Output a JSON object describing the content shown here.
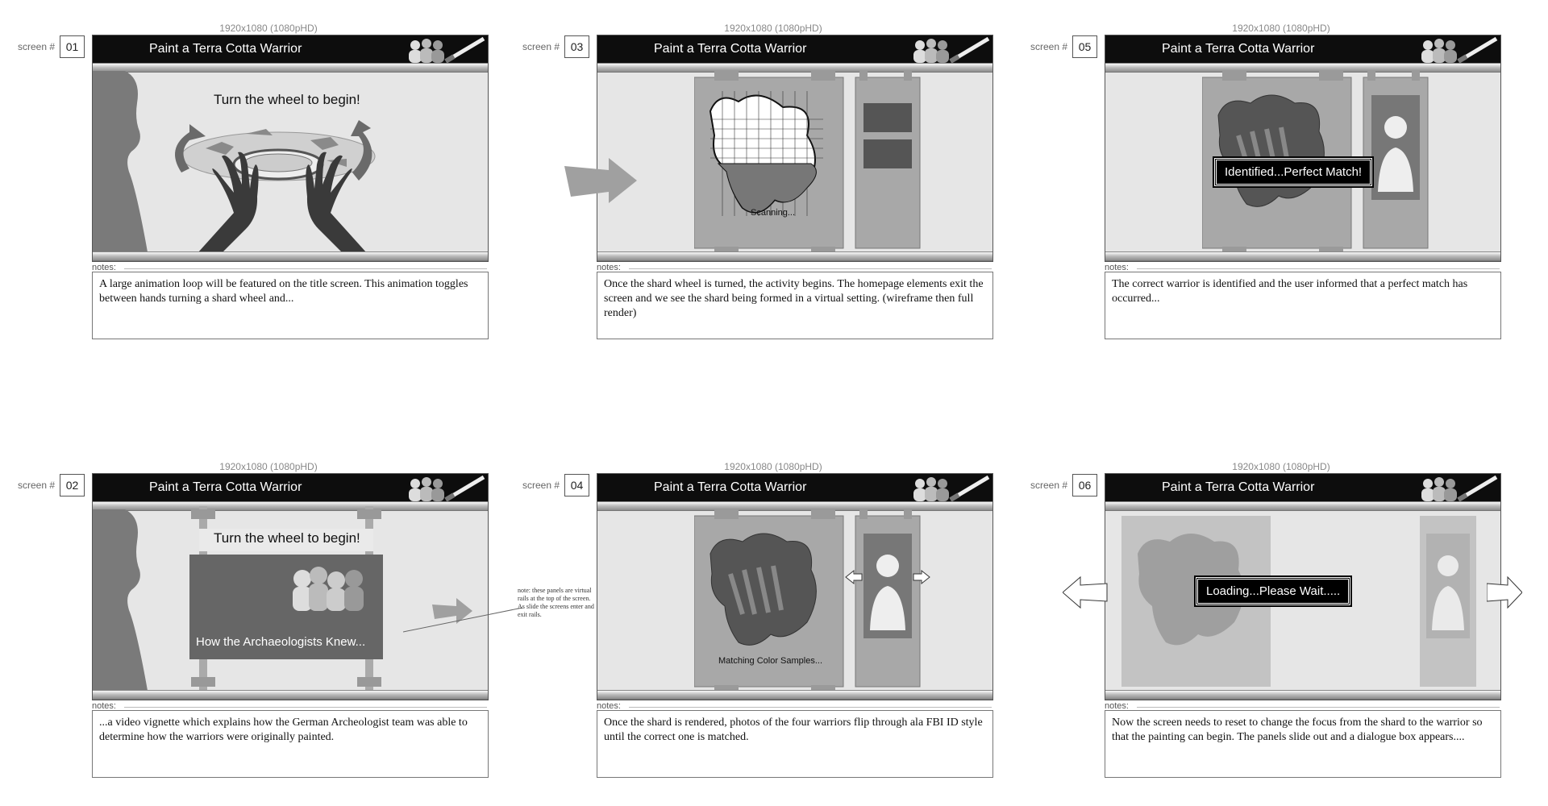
{
  "resolution_label": "1920x1080 (1080pHD)",
  "screen_label": "screen #",
  "app_title": "Paint a Terra Cotta Warrior",
  "notes_label": "notes:",
  "panels": [
    {
      "number": "01",
      "heading": "Turn the wheel to begin!",
      "notes": "A large animation loop will be featured on the title screen. This animation toggles between hands turning a shard wheel and..."
    },
    {
      "number": "03",
      "caption": "Scanning...",
      "notes": "Once the shard wheel is turned, the activity begins. The homepage elements exit the screen and we see the shard being formed in a virtual setting. (wireframe then full render)"
    },
    {
      "number": "05",
      "tag": "Identified...Perfect Match!",
      "notes": "The correct warrior is identified and the user informed that a perfect match has occurred..."
    },
    {
      "number": "02",
      "heading": "Turn the wheel to begin!",
      "video_caption": "How the Archaeologists Knew...",
      "notes": "...a video vignette which explains how the German Archeologist team was able to determine how the warriors were originally painted."
    },
    {
      "number": "04",
      "caption": "Matching Color Samples...",
      "notes": "Once the shard is rendered, photos of the four warriors flip through ala FBI ID style until the correct one is matched."
    },
    {
      "number": "06",
      "tag": "Loading...Please Wait.....",
      "notes": "Now the screen needs to reset to change the focus from the shard to the warrior so that the painting can begin. The panels slide out and a dialogue box appears...."
    }
  ],
  "side_note": "note: these panels are virtual rails at the top of the screen. As slide the screens enter and exit rails."
}
